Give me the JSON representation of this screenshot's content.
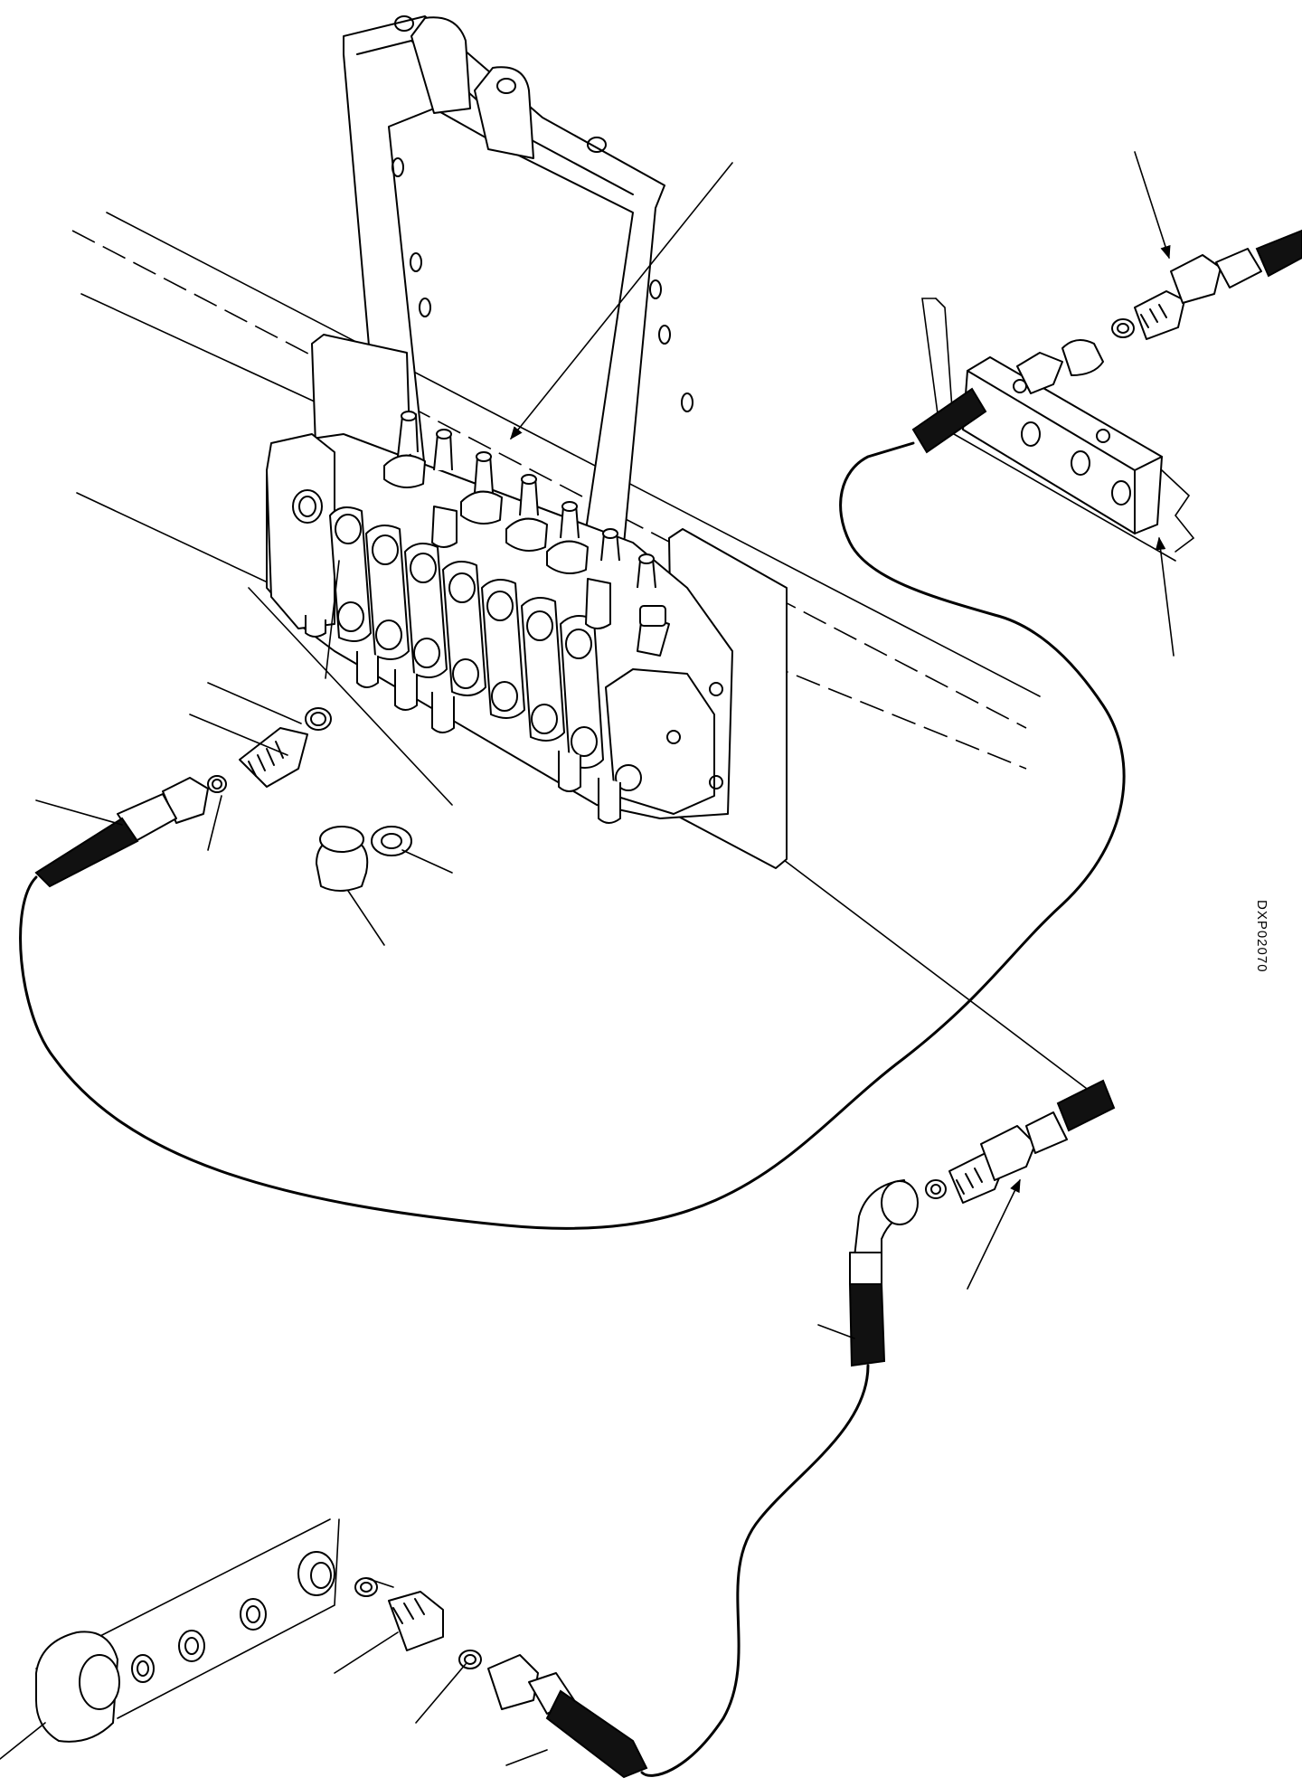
{
  "figure": {
    "reference_code": "DXP02070",
    "components": [
      "control-valve-assembly",
      "mounting-bracket",
      "return-manifold-block",
      "plug-with-seal",
      "straight-adapter-fitting",
      "elbow-fitting",
      "pump-connection-block",
      "hydraulic-hoses"
    ]
  }
}
